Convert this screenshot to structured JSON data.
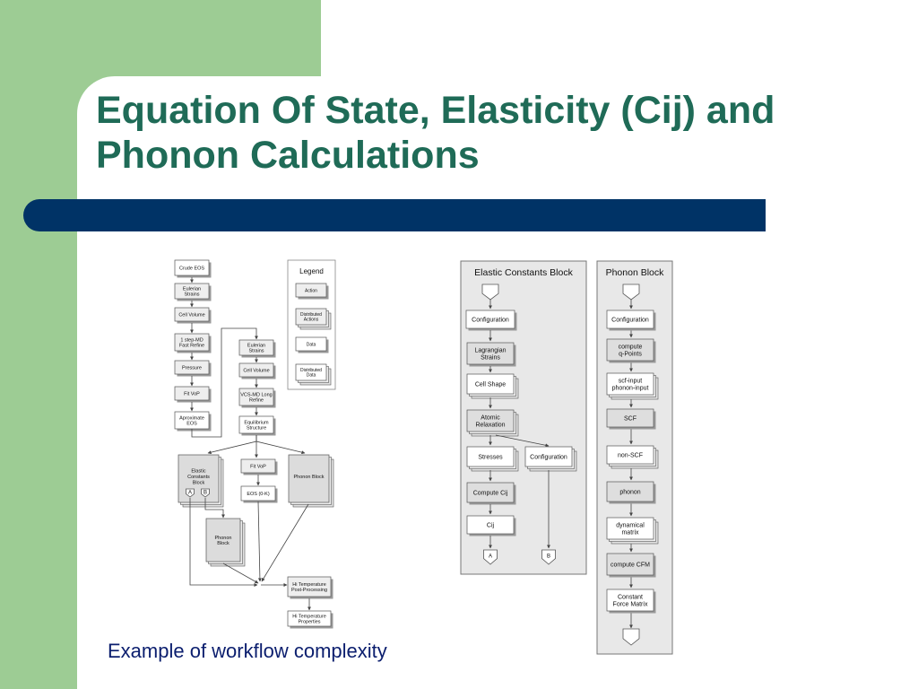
{
  "slide": {
    "title_line1": "Equation Of State, Elasticity (Cij) and",
    "title_line2": "Phonon Calculations",
    "caption": "Example of workflow complexity",
    "colors": {
      "title": "#1f6b57",
      "bar": "#003366",
      "sidebar": "#9dcc94",
      "caption": "#0b1e6e"
    }
  },
  "overview": {
    "left_column": [
      "Crude EOS",
      "Eulerian Strains",
      "Cell Volume",
      "1 step-MD Fast Refine",
      "Pressure",
      "Fit VoP",
      "Aproximate EOS"
    ],
    "right_column": [
      "Eulerian Strains",
      "Cell Volume",
      "VCS-MD Long Refine",
      "Equilibrium Structure"
    ],
    "legend": {
      "title": "Legend",
      "items": [
        "Action",
        "Distributed Actions",
        "Data",
        "Distributed Data"
      ]
    },
    "lower": {
      "elastic_block": "Elastic Constants Block",
      "port_a": "A",
      "port_b": "B",
      "fit_vop": "Fit VoP",
      "eos": "EOS (0-K)",
      "phonon_block_right": "Phonon Block",
      "phonon_block_center": "Phonon Block",
      "hi_temp_processing": "Hi Temperature Post-Processing",
      "hi_temp_properties": "Hi Temperature Properties"
    }
  },
  "elastic_panel": {
    "title": "Elastic Constants Block",
    "configuration": "Configuration",
    "lagrangian": "Lagrangian Strains",
    "cell_shape": "Cell Shape",
    "atomic_relaxation": "Atomic Relaxation",
    "stresses": "Stresses",
    "configuration_b": "Configuration",
    "compute_cij": "Compute Cij",
    "cij": "Cij",
    "out_a": "A",
    "out_b": "B"
  },
  "phonon_panel": {
    "title": "Phonon Block",
    "steps": [
      "Configuration",
      "compute q-Points",
      "scf-input phonon-input",
      "SCF",
      "non-SCF",
      "phonon",
      "dynamical matrix",
      "compute CFM",
      "Constant Force Matrix"
    ]
  }
}
